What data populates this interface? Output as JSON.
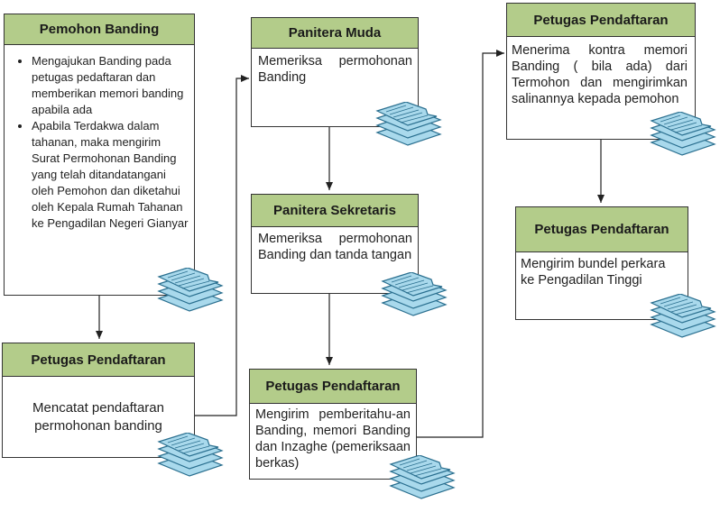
{
  "boxes": {
    "pemohon": {
      "title": "Pemohon Banding",
      "items": [
        "Mengajukan Banding pada petugas pedaftaran dan memberikan memori banding apabila ada",
        "Apabila Terdakwa dalam tahanan, maka mengirim Surat Permohonan Banding yang telah ditandatangani oleh Pemohon dan diketahui oleh Kepala Rumah Tahanan ke Pengadilan Negeri Gianyar"
      ]
    },
    "petugas_1": {
      "title": "Petugas Pendaftaran",
      "body": "Mencatat pendaftaran permohonan banding"
    },
    "panitera_muda": {
      "title": "Panitera Muda",
      "body": "Memeriksa permohonan Banding"
    },
    "panitera_sekretaris": {
      "title": "Panitera Sekretaris",
      "body": "Memeriksa permohonan Banding dan tanda tangan"
    },
    "petugas_2": {
      "title": "Petugas Pendaftaran",
      "body": "Mengirim pemberitahu-an Banding, memori Banding dan Inzaghe (pemeriksaan berkas)"
    },
    "petugas_3": {
      "title": "Petugas Pendaftaran",
      "body": "Menerima kontra memori Banding ( bila ada) dari Termohon dan mengirimkan salinannya kepada pemohon"
    },
    "petugas_4": {
      "title": "Petugas Pendaftaran",
      "body": "Mengirim bundel perkara ke Pengadilan Tinggi"
    }
  },
  "icons": {
    "document": "document-stack-icon"
  },
  "colors": {
    "header_fill": "#b3cc8a",
    "doc_fill": "#a9d9ec",
    "doc_stroke": "#2a6f8f",
    "line": "#222222"
  }
}
